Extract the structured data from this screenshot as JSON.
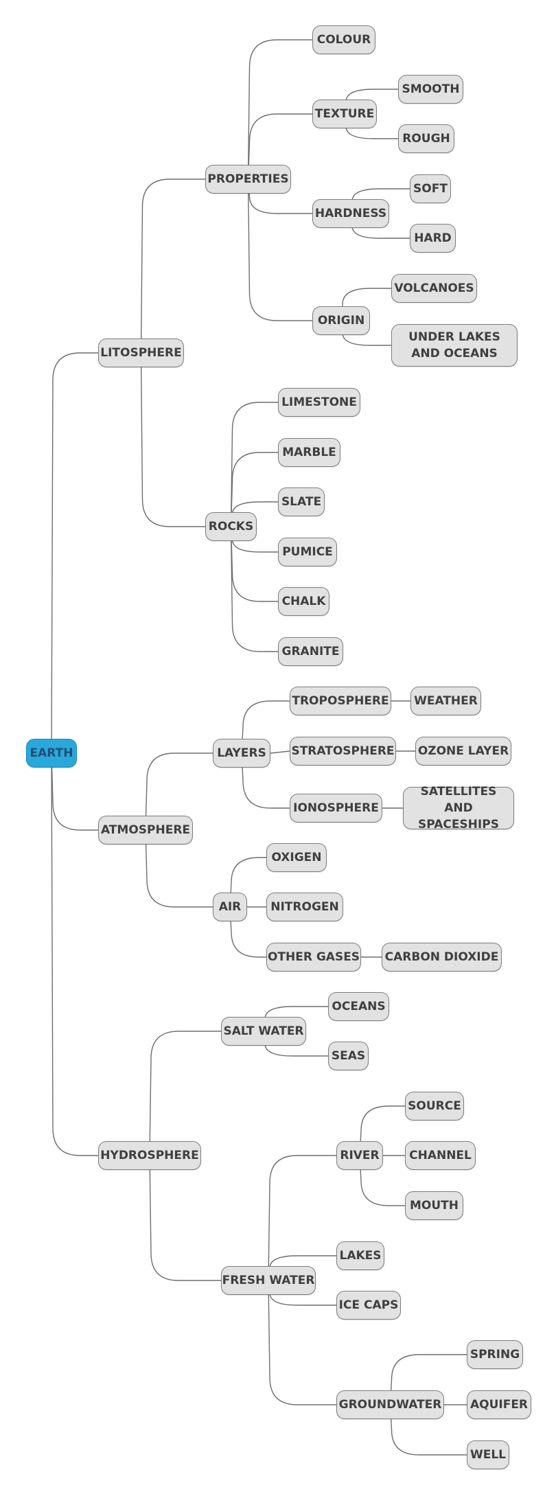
{
  "colors": {
    "root_fill": "#29a8dc",
    "node_fill": "#e2e2e2",
    "node_border": "#7d7d7d",
    "connector": "#6e6e6e",
    "text": "#3f3f3f"
  },
  "nodes": {
    "earth": "EARTH",
    "litosphere": "LITOSPHERE",
    "properties": "PROPERTIES",
    "colour": "COLOUR",
    "texture": "TEXTURE",
    "smooth": "SMOOTH",
    "rough": "ROUGH",
    "hardness": "HARDNESS",
    "soft": "SOFT",
    "hard": "HARD",
    "origin": "ORIGIN",
    "volcanoes": "VOLCANOES",
    "under_lakes": "UNDER LAKES AND OCEANS",
    "rocks": "ROCKS",
    "limestone": "LIMESTONE",
    "marble": "MARBLE",
    "slate": "SLATE",
    "pumice": "PUMICE",
    "chalk": "CHALK",
    "granite": "GRANITE",
    "atmosphere": "ATMOSPHERE",
    "layers": "LAYERS",
    "troposphere": "TROPOSPHERE",
    "weather": "WEATHER",
    "stratosphere": "STRATOSPHERE",
    "ozone_layer": "OZONE LAYER",
    "ionosphere": "IONOSPHERE",
    "satellites": "SATELLITES AND SPACESHIPS",
    "air": "AIR",
    "oxigen": "OXIGEN",
    "nitrogen": "NITROGEN",
    "other_gases": "OTHER GASES",
    "carbon_dioxide": "CARBON DIOXIDE",
    "hydrosphere": "HYDROSPHERE",
    "salt_water": "SALT WATER",
    "oceans": "OCEANS",
    "seas": "SEAS",
    "fresh_water": "FRESH WATER",
    "river": "RIVER",
    "source": "SOURCE",
    "channel": "CHANNEL",
    "mouth": "MOUTH",
    "lakes": "LAKES",
    "ice_caps": "ICE CAPS",
    "groundwater": "GROUNDWATER",
    "spring": "SPRING",
    "aquifer": "AQUIFER",
    "well": "WELL"
  },
  "edges": [
    [
      "earth",
      "litosphere"
    ],
    [
      "earth",
      "atmosphere"
    ],
    [
      "earth",
      "hydrosphere"
    ],
    [
      "litosphere",
      "properties"
    ],
    [
      "litosphere",
      "rocks"
    ],
    [
      "properties",
      "colour"
    ],
    [
      "properties",
      "texture"
    ],
    [
      "properties",
      "hardness"
    ],
    [
      "properties",
      "origin"
    ],
    [
      "texture",
      "smooth"
    ],
    [
      "texture",
      "rough"
    ],
    [
      "hardness",
      "soft"
    ],
    [
      "hardness",
      "hard"
    ],
    [
      "origin",
      "volcanoes"
    ],
    [
      "origin",
      "under_lakes"
    ],
    [
      "rocks",
      "limestone"
    ],
    [
      "rocks",
      "marble"
    ],
    [
      "rocks",
      "slate"
    ],
    [
      "rocks",
      "pumice"
    ],
    [
      "rocks",
      "chalk"
    ],
    [
      "rocks",
      "granite"
    ],
    [
      "atmosphere",
      "layers"
    ],
    [
      "atmosphere",
      "air"
    ],
    [
      "layers",
      "troposphere"
    ],
    [
      "layers",
      "stratosphere"
    ],
    [
      "layers",
      "ionosphere"
    ],
    [
      "troposphere",
      "weather"
    ],
    [
      "stratosphere",
      "ozone_layer"
    ],
    [
      "ionosphere",
      "satellites"
    ],
    [
      "air",
      "oxigen"
    ],
    [
      "air",
      "nitrogen"
    ],
    [
      "air",
      "other_gases"
    ],
    [
      "other_gases",
      "carbon_dioxide"
    ],
    [
      "hydrosphere",
      "salt_water"
    ],
    [
      "hydrosphere",
      "fresh_water"
    ],
    [
      "salt_water",
      "oceans"
    ],
    [
      "salt_water",
      "seas"
    ],
    [
      "fresh_water",
      "river"
    ],
    [
      "fresh_water",
      "lakes"
    ],
    [
      "fresh_water",
      "ice_caps"
    ],
    [
      "fresh_water",
      "groundwater"
    ],
    [
      "river",
      "source"
    ],
    [
      "river",
      "channel"
    ],
    [
      "river",
      "mouth"
    ],
    [
      "groundwater",
      "spring"
    ],
    [
      "groundwater",
      "aquifer"
    ],
    [
      "groundwater",
      "well"
    ]
  ]
}
